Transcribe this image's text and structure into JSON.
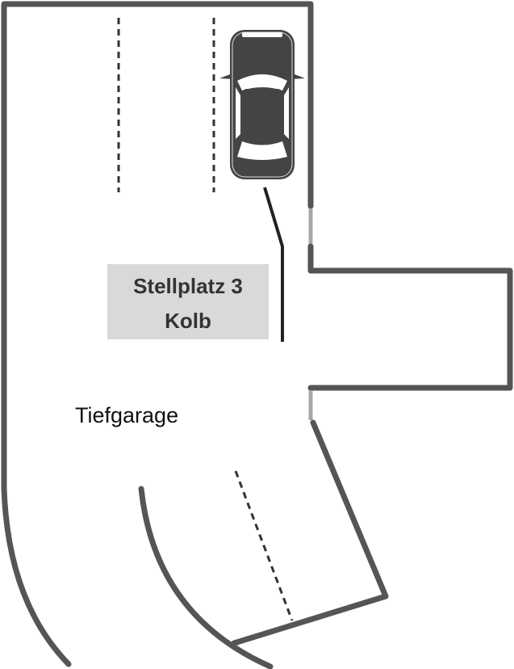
{
  "parking_label": {
    "line1": "Stellplatz 3",
    "line2": "Kolb"
  },
  "area_label": "Tiefgarage",
  "colors": {
    "wall": "#555555",
    "opening": "#a6a6a6",
    "label_bg": "#d9d9d9",
    "car": "#444444"
  },
  "icons": {
    "car": "car-top-view-icon"
  }
}
